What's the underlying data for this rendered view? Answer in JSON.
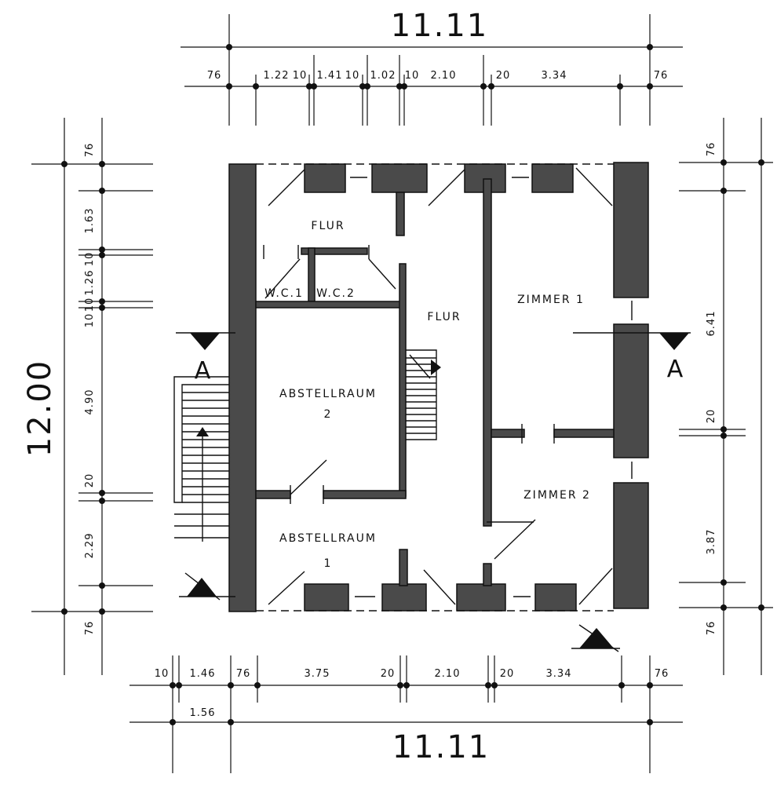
{
  "plan": {
    "total_width_top": "11.11",
    "total_width_bottom": "11.11",
    "total_height_left": "12.00",
    "top_dims": [
      "76",
      "1.22",
      "10",
      "1.41",
      "10",
      "1.02",
      "10",
      "2.10",
      "20",
      "3.34",
      "76"
    ],
    "bottom_dims": [
      "10",
      "1.46",
      "76",
      "3.75",
      "20",
      "2.10",
      "20",
      "3.34",
      "76"
    ],
    "bottom_dims_second_row": [
      "1.56"
    ],
    "left_dims": [
      "76",
      "1.63",
      "10",
      "1.26",
      "10",
      "10",
      "4.90",
      "20",
      "2.29",
      "76"
    ],
    "right_dims": [
      "76",
      "6.41",
      "20",
      "3.87",
      "76"
    ],
    "rooms": {
      "flur_top": "FLUR",
      "flur_center": "FLUR",
      "wc1": "W.C.1",
      "wc2": "W.C.2",
      "zimmer1": "ZIMMER 1",
      "zimmer2": "ZIMMER 2",
      "abstellraum2_line1": "ABSTELLRAUM",
      "abstellraum2_line2": "2",
      "abstellraum1_line1": "ABSTELLRAUM",
      "abstellraum1_line2": "1"
    },
    "section_marks": {
      "left": "A",
      "right": "A"
    }
  }
}
